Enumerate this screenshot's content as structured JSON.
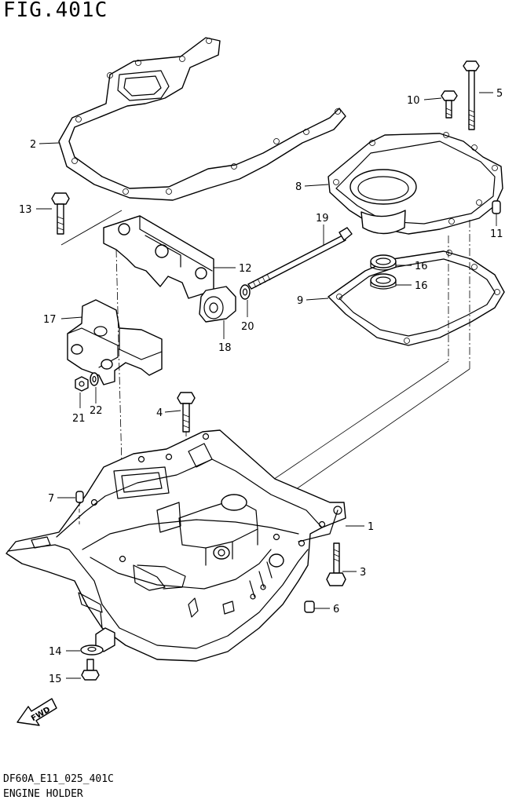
{
  "figure": {
    "title": "FIG.401C",
    "code": "DF60A_E11_025_401C",
    "name": "ENGINE HOLDER"
  },
  "fwd_label": "FWD",
  "callouts": [
    "1",
    "2",
    "3",
    "4",
    "5",
    "6",
    "7",
    "8",
    "9",
    "10",
    "11",
    "12",
    "13",
    "14",
    "15",
    "16",
    "16",
    "17",
    "18",
    "19",
    "20",
    "21",
    "22"
  ]
}
